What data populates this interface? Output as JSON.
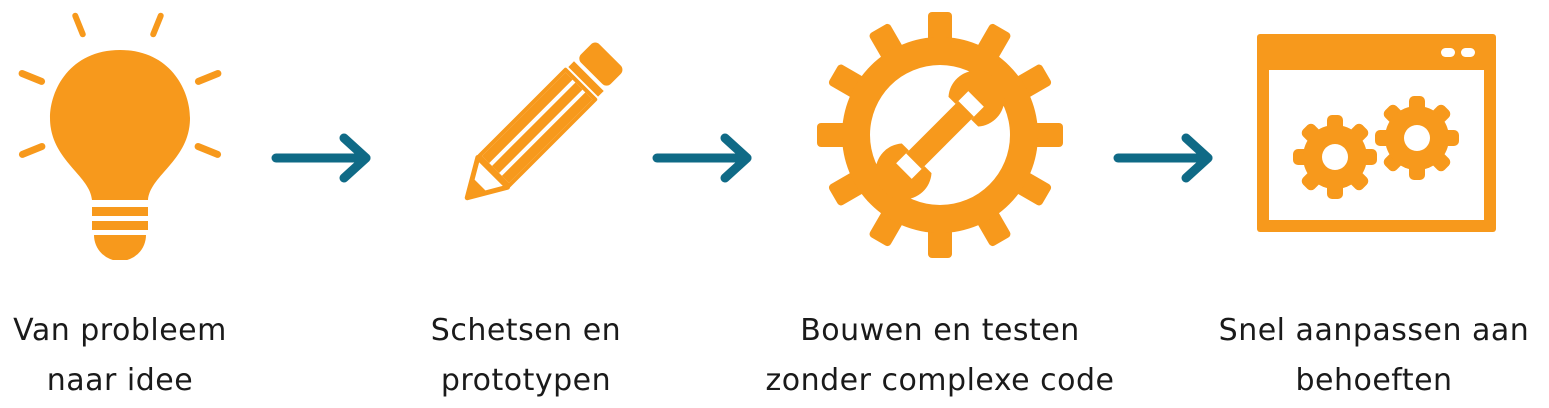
{
  "colors": {
    "accent": "#F7991C",
    "arrow": "#0F6A86",
    "text": "#1a1a1a"
  },
  "steps": [
    {
      "icon": "lightbulb-icon",
      "line1": "Van probleem",
      "line2": "naar idee"
    },
    {
      "icon": "pencil-icon",
      "line1": "Schetsen en",
      "line2": "prototypen"
    },
    {
      "icon": "gear-wrench-icon",
      "line1": "Bouwen en testen",
      "line2": "zonder complexe code"
    },
    {
      "icon": "browser-gears-icon",
      "line1": "Snel aanpassen aan",
      "line2": "behoeften"
    }
  ],
  "arrows": [
    {
      "icon": "arrow-right-icon"
    },
    {
      "icon": "arrow-right-icon"
    },
    {
      "icon": "arrow-right-icon"
    }
  ]
}
